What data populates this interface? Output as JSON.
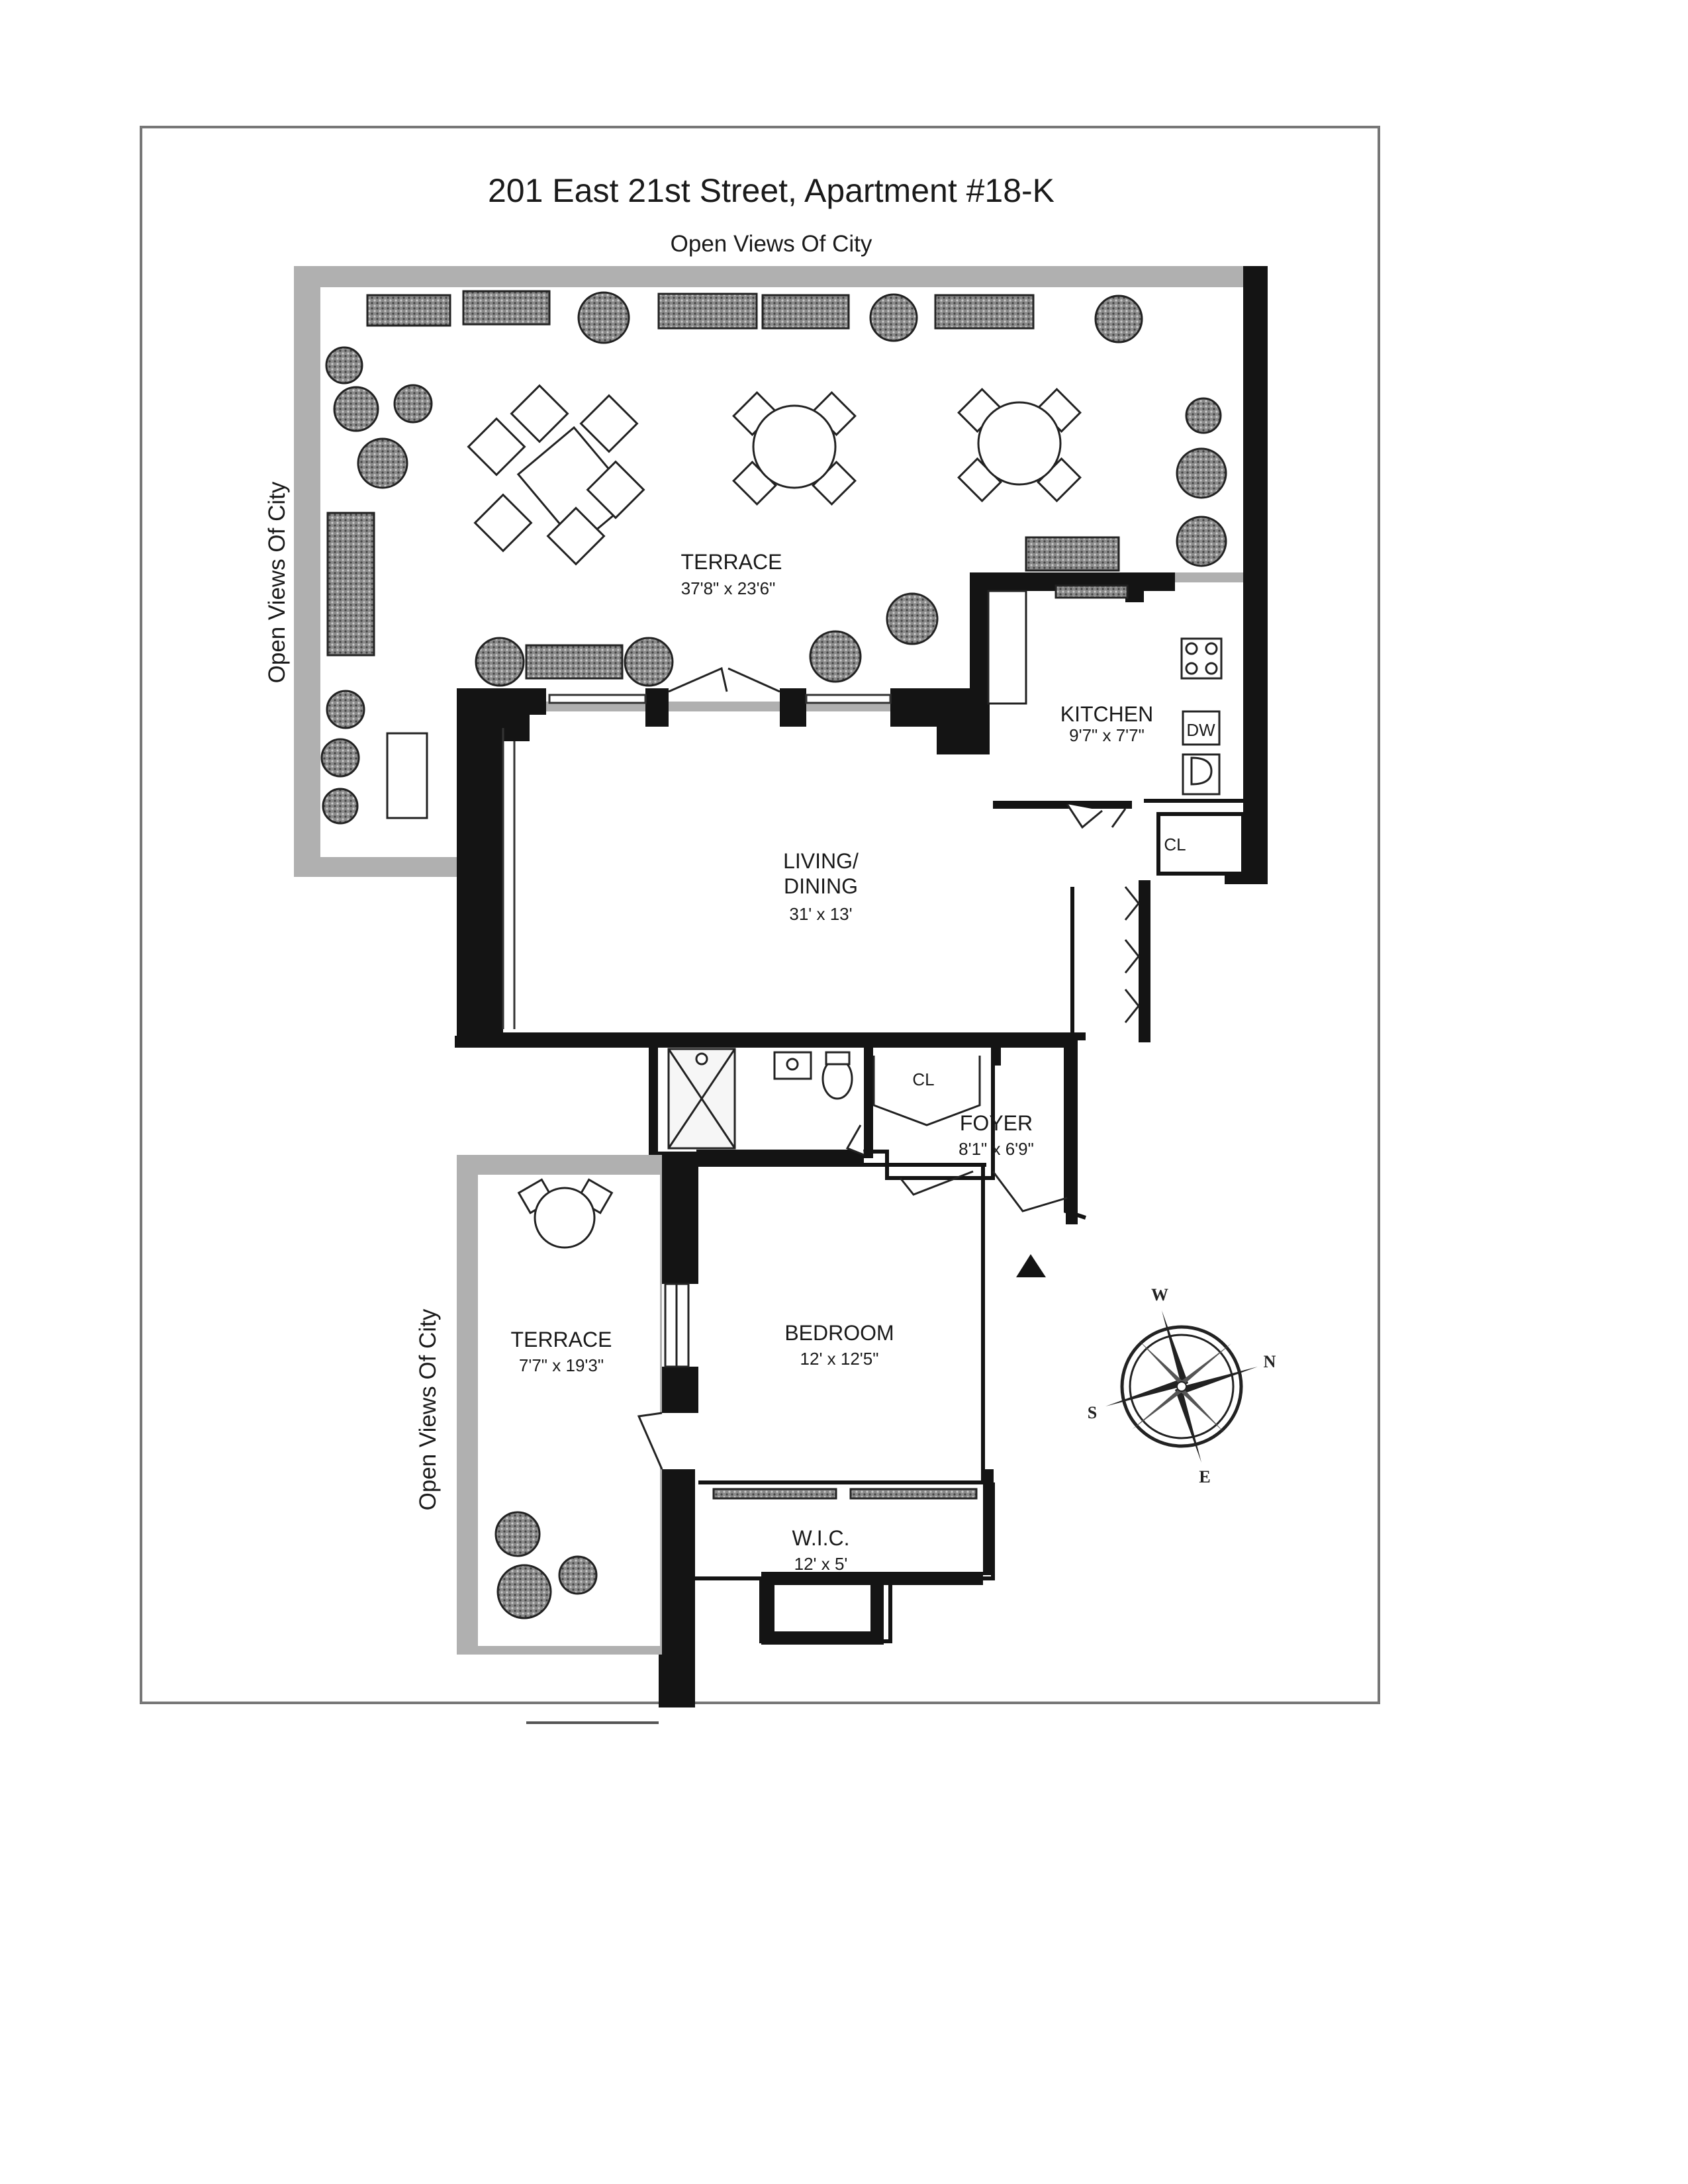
{
  "title": "201 East 21st Street, Apartment #18-K",
  "views": {
    "top": "Open Views Of City",
    "left_main": "Open Views Of City",
    "left_bedroom": "Open Views Of City"
  },
  "rooms": {
    "terrace_main": {
      "name": "TERRACE",
      "dims": "37'8\" x 23'6\""
    },
    "kitchen": {
      "name": "KITCHEN",
      "dims": "9'7\" x 7'7\""
    },
    "living": {
      "line1": "LIVING/",
      "line2": "DINING",
      "dims": "31' x 13'"
    },
    "foyer": {
      "name": "FOYER",
      "dims": "8'1\" x 6'9\""
    },
    "bedroom": {
      "name": "BEDROOM",
      "dims": "12' x 12'5\""
    },
    "terrace_small": {
      "name": "TERRACE",
      "dims": "7'7\" x 19'3\""
    },
    "wic": {
      "name": "W.I.C.",
      "dims": "12' x 5'"
    }
  },
  "fixtures": {
    "dishwasher": "DW",
    "closet_kitchen": "CL",
    "closet_foyer": "CL"
  },
  "compass": {
    "north": "N",
    "south": "S",
    "east": "E",
    "west": "W"
  }
}
